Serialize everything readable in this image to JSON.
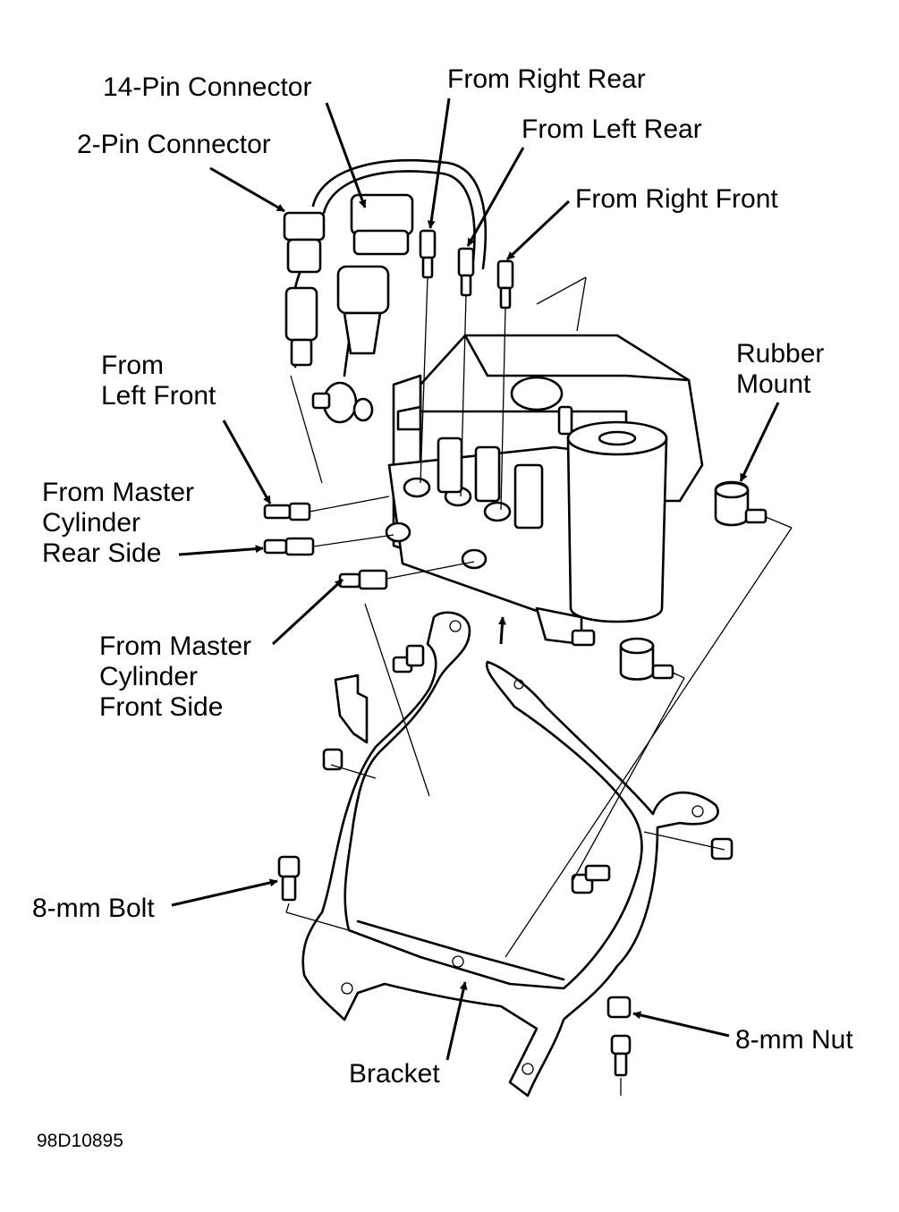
{
  "figure_code": "98D10895",
  "labels": {
    "pin14": "14-Pin Connector",
    "pin2": "2-Pin Connector",
    "right_rear": "From Right Rear",
    "left_rear": "From Left Rear",
    "right_front": "From Right Front",
    "left_front_1": "From",
    "left_front_2": "Left Front",
    "rubber_mount_1": "Rubber",
    "rubber_mount_2": "Mount",
    "master_rear_1": "From Master",
    "master_rear_2": "Cylinder",
    "master_rear_3": "Rear Side",
    "master_front_1": "From Master",
    "master_front_2": "Cylinder",
    "master_front_3": "Front Side",
    "bolt": "8-mm Bolt",
    "bracket": "Bracket",
    "nut": "8-mm Nut"
  }
}
